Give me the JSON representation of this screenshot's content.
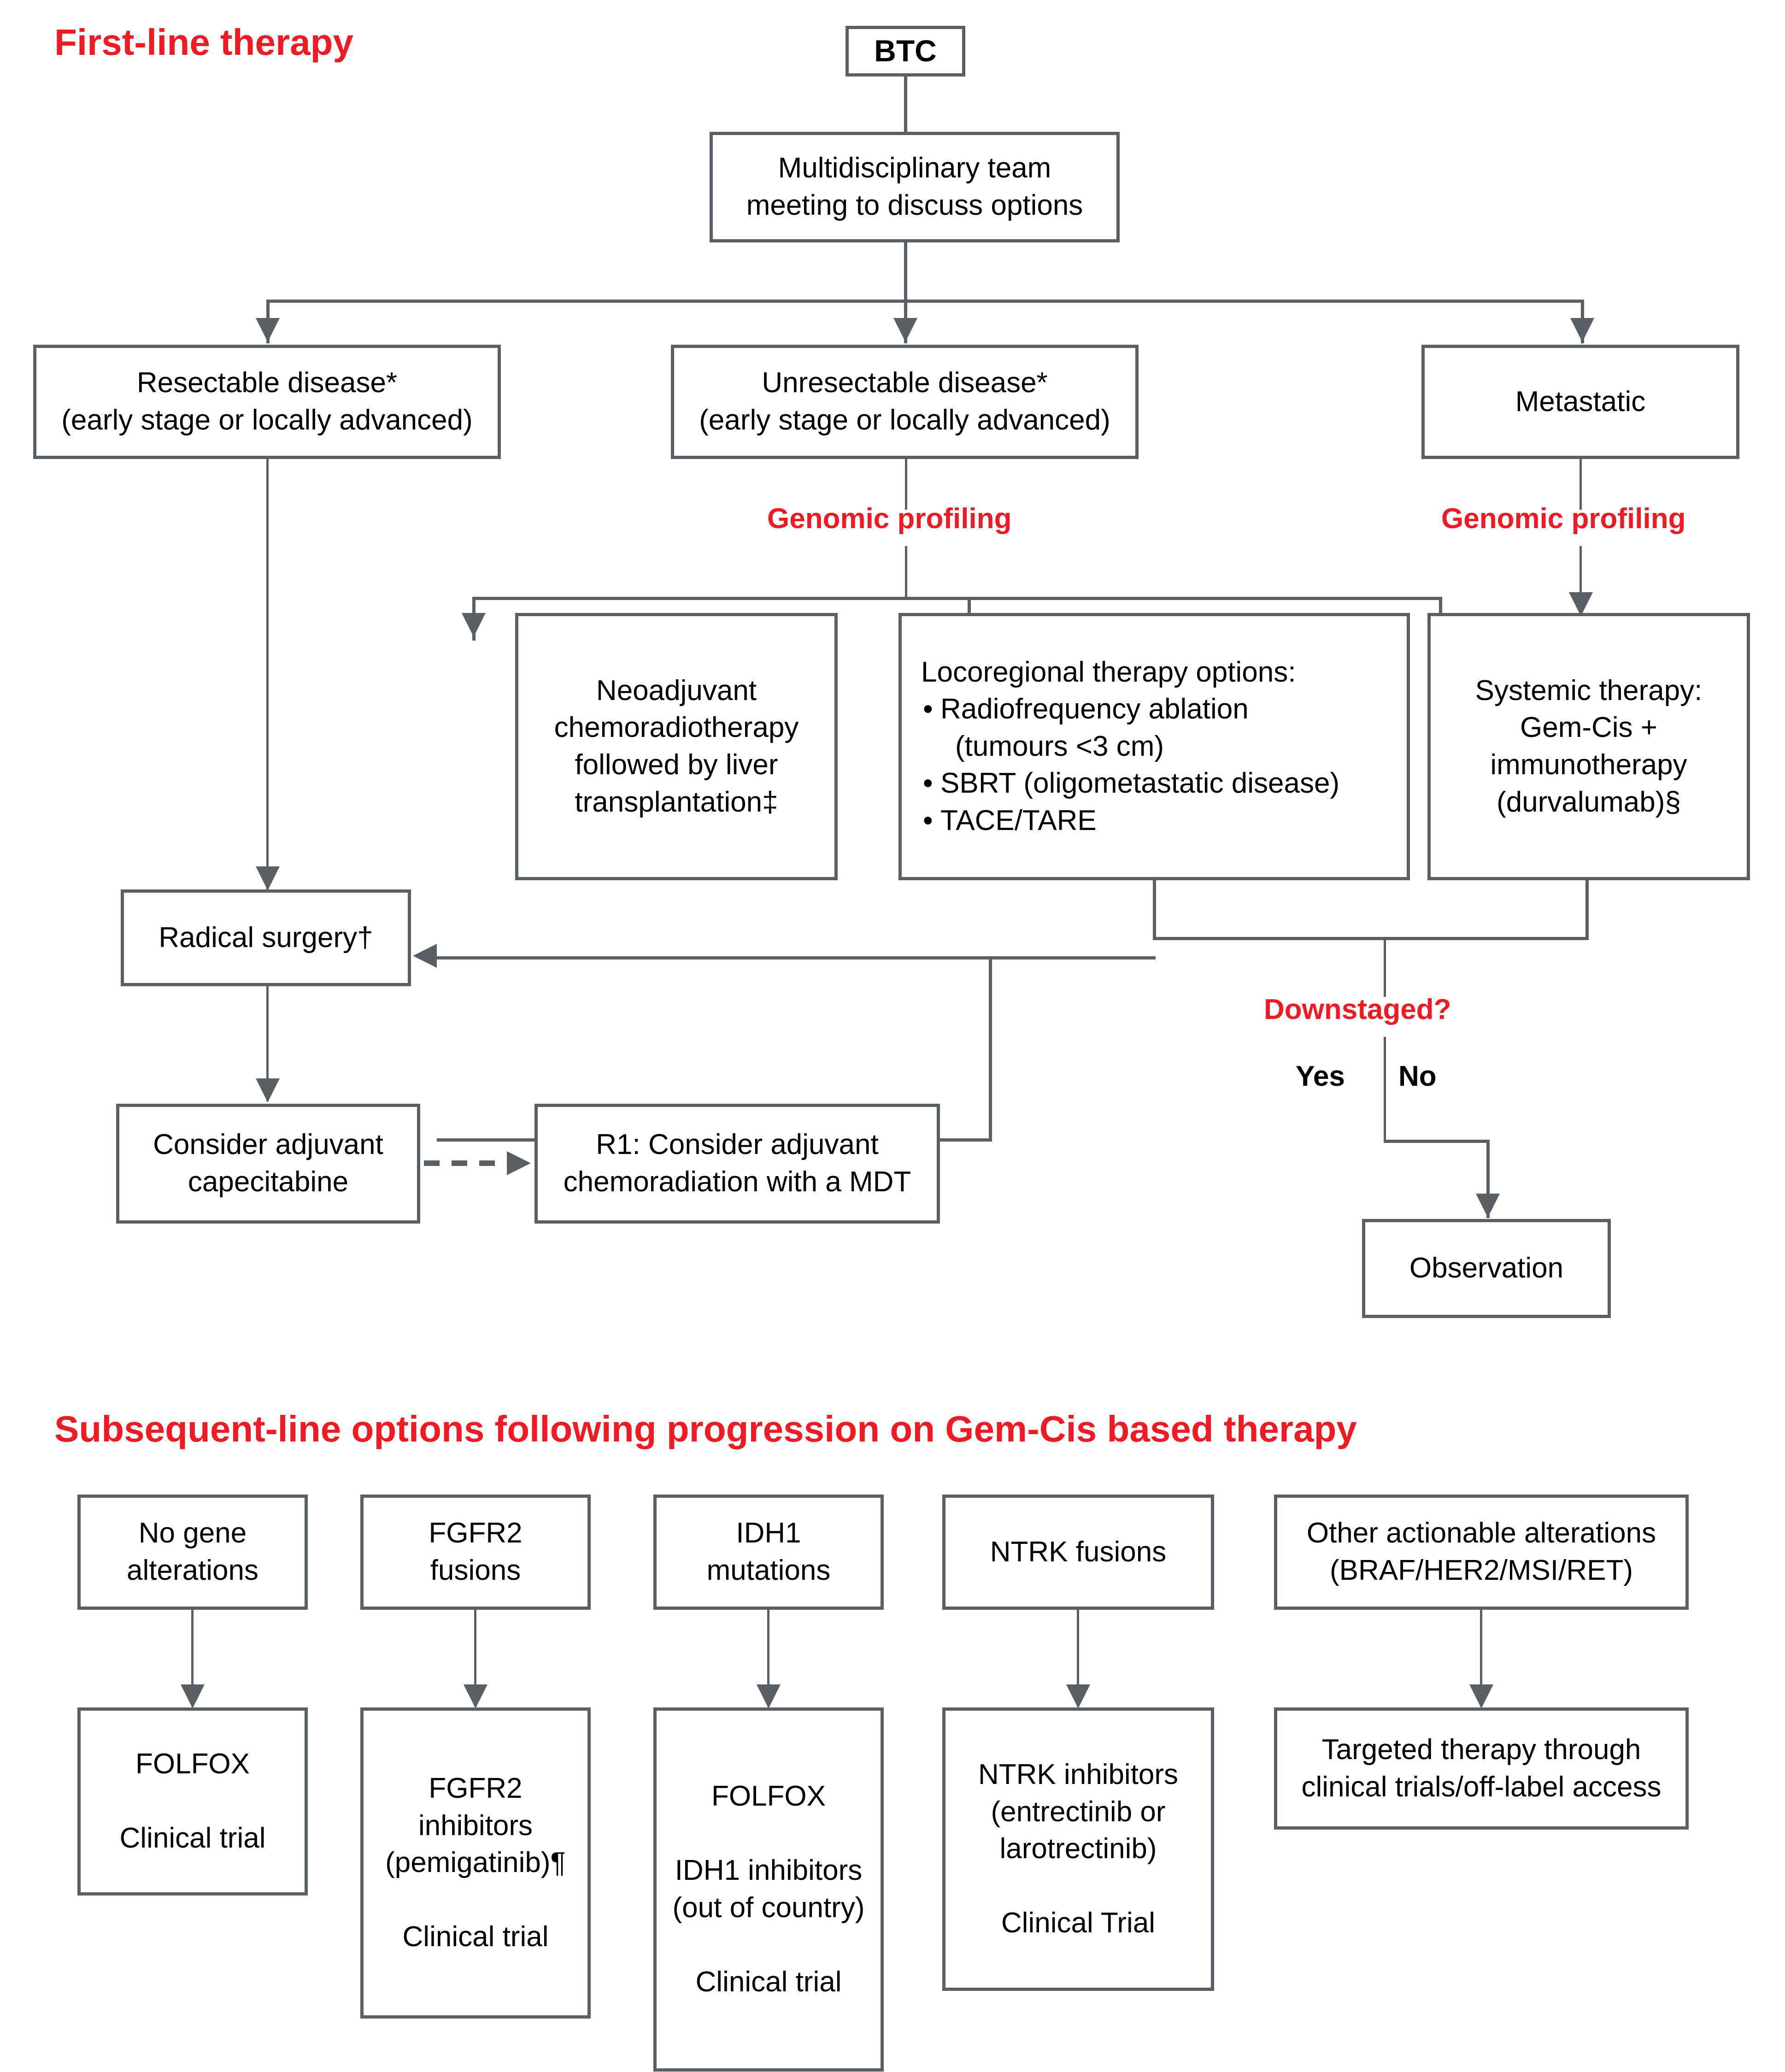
{
  "sections": {
    "first_line_title": "First-line therapy",
    "subsequent_title": "Subsequent-line options following progression on Gem-Cis based therapy"
  },
  "colors": {
    "accent_red": "#ee1b24",
    "box_border": "#5a5f63",
    "text": "#000000",
    "background": "#ffffff"
  },
  "first_line": {
    "btc": "BTC",
    "mdt_line1": "Multidisciplinary team",
    "mdt_line2": "meeting to discuss options",
    "resectable_line1": "Resectable disease*",
    "resectable_line2": "(early stage or locally advanced)",
    "unresectable_line1": "Unresectable disease*",
    "unresectable_line2": "(early stage or locally advanced)",
    "metastatic": "Metastatic",
    "genomic_profiling_mid": "Genomic profiling",
    "genomic_profiling_right": "Genomic profiling",
    "neoadjuvant_line1": "Neoadjuvant",
    "neoadjuvant_line2": "chemoradiotherapy",
    "neoadjuvant_line3": "followed by liver",
    "neoadjuvant_line4": "transplantation‡",
    "locoregional_header": "Locoregional therapy options:",
    "locoregional_items": [
      "Radiofrequency ablation",
      "(tumours <3 cm)",
      "SBRT (oligometastatic disease)",
      "TACE/TARE"
    ],
    "systemic_line1": "Systemic therapy:",
    "systemic_line2": "Gem-Cis +",
    "systemic_line3": "immunotherapy",
    "systemic_line4": "(durvalumab)§",
    "radical_surgery": "Radical surgery†",
    "downstaged": "Downstaged?",
    "yes_label": "Yes",
    "no_label": "No",
    "observation": "Observation",
    "adjuvant_line1": "Consider adjuvant",
    "adjuvant_line2": "capecitabine",
    "r1_line1": "R1: Consider adjuvant",
    "r1_line2": "chemoradiation with a MDT"
  },
  "subsequent_line": {
    "alterations": [
      {
        "line1": "No gene",
        "line2": "alterations"
      },
      {
        "line1": "FGFR2",
        "line2": "fusions"
      },
      {
        "line1": "IDH1",
        "line2": "mutations"
      },
      {
        "line1": "NTRK fusions",
        "line2": ""
      },
      {
        "line1": "Other actionable alterations",
        "line2": "(BRAF/HER2/MSI/RET)"
      }
    ],
    "treatments": [
      {
        "lines": [
          "FOLFOX",
          "",
          "Clinical trial"
        ]
      },
      {
        "lines": [
          "FGFR2",
          "inhibitors",
          "(pemigatinib)¶",
          "",
          "Clinical trial"
        ]
      },
      {
        "lines": [
          "FOLFOX",
          "",
          "IDH1 inhibitors",
          "(out of country)",
          "",
          "Clinical trial"
        ]
      },
      {
        "lines": [
          "NTRK inhibitors",
          "(entrectinib or",
          "larotrectinib)",
          "",
          "Clinical Trial"
        ]
      },
      {
        "lines": [
          "Targeted therapy through",
          "clinical trials/off-label access"
        ]
      }
    ]
  }
}
